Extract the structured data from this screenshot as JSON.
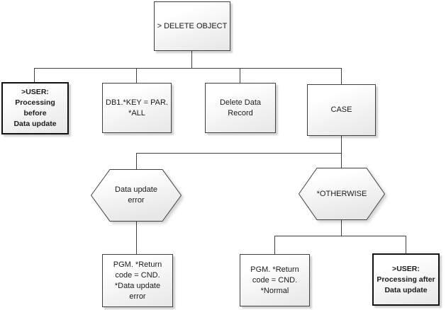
{
  "diagram": {
    "type": "flowchart",
    "nodes": {
      "root": {
        "label": "> DELETE OBJECT",
        "shape": "rect"
      },
      "user_before": {
        "label": ">USER:\nProcessing before\nData update",
        "shape": "rect-bold"
      },
      "db1_key": {
        "label": "DB1.*KEY = PAR.\n*ALL",
        "shape": "rect"
      },
      "delete_data": {
        "label": "Delete Data\nRecord",
        "shape": "rect"
      },
      "case": {
        "label": "CASE",
        "shape": "rect"
      },
      "cond_data_update_error": {
        "label": "Data update\nerror",
        "shape": "hexagon"
      },
      "cond_otherwise": {
        "label": "*OTHERWISE",
        "shape": "hexagon"
      },
      "pgm_return_error": {
        "label": "PGM. *Return\ncode = CND.\n*Data update\nerror",
        "shape": "rect"
      },
      "pgm_return_normal": {
        "label": "PGM. *Return\ncode = CND.\n*Normal",
        "shape": "rect"
      },
      "user_after": {
        "label": ">USER:\nProcessing after\nData update",
        "shape": "rect-bold"
      }
    },
    "edges": [
      [
        "root",
        "user_before"
      ],
      [
        "root",
        "db1_key"
      ],
      [
        "root",
        "delete_data"
      ],
      [
        "root",
        "case"
      ],
      [
        "case",
        "cond_data_update_error"
      ],
      [
        "case",
        "cond_otherwise"
      ],
      [
        "cond_data_update_error",
        "pgm_return_error"
      ],
      [
        "cond_otherwise",
        "pgm_return_normal"
      ],
      [
        "cond_otherwise",
        "user_after"
      ]
    ],
    "colors": {
      "background": "#ffffff",
      "node_border": "#404040",
      "node_border_bold": "#111111",
      "node_fill_top": "#ffffff",
      "node_fill_bottom": "#e7e7e7",
      "connector": "#404040",
      "text": "#1a1a1a"
    }
  }
}
